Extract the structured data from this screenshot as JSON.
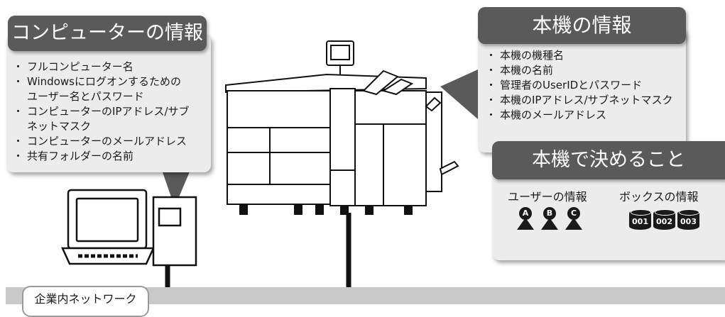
{
  "computer_info": {
    "title": "コンピューターの情報",
    "items": [
      "フルコンピューター名",
      "Windowsにログオンするための",
      "ユーザー名とパスワード",
      "コンピューターのIPアドレス/サブ",
      "ネットマスク",
      "コンピューターのメールアドレス",
      "共有フォルダーの名前"
    ]
  },
  "device_info": {
    "title": "本機の情報",
    "items": [
      "本機の機種名",
      "本機の名前",
      "管理者のUserIDとパスワード",
      "本機のIPアドレス/サブネットマスク",
      "本機のメールアドレス"
    ]
  },
  "device_decide": {
    "title": "本機で決めること",
    "user_info_label": "ユーザーの情報",
    "box_info_label": "ボックスの情報",
    "users": [
      "A",
      "B",
      "C"
    ],
    "boxes": [
      "001",
      "002",
      "003"
    ]
  },
  "network": {
    "label": "企業内ネットワーク"
  }
}
